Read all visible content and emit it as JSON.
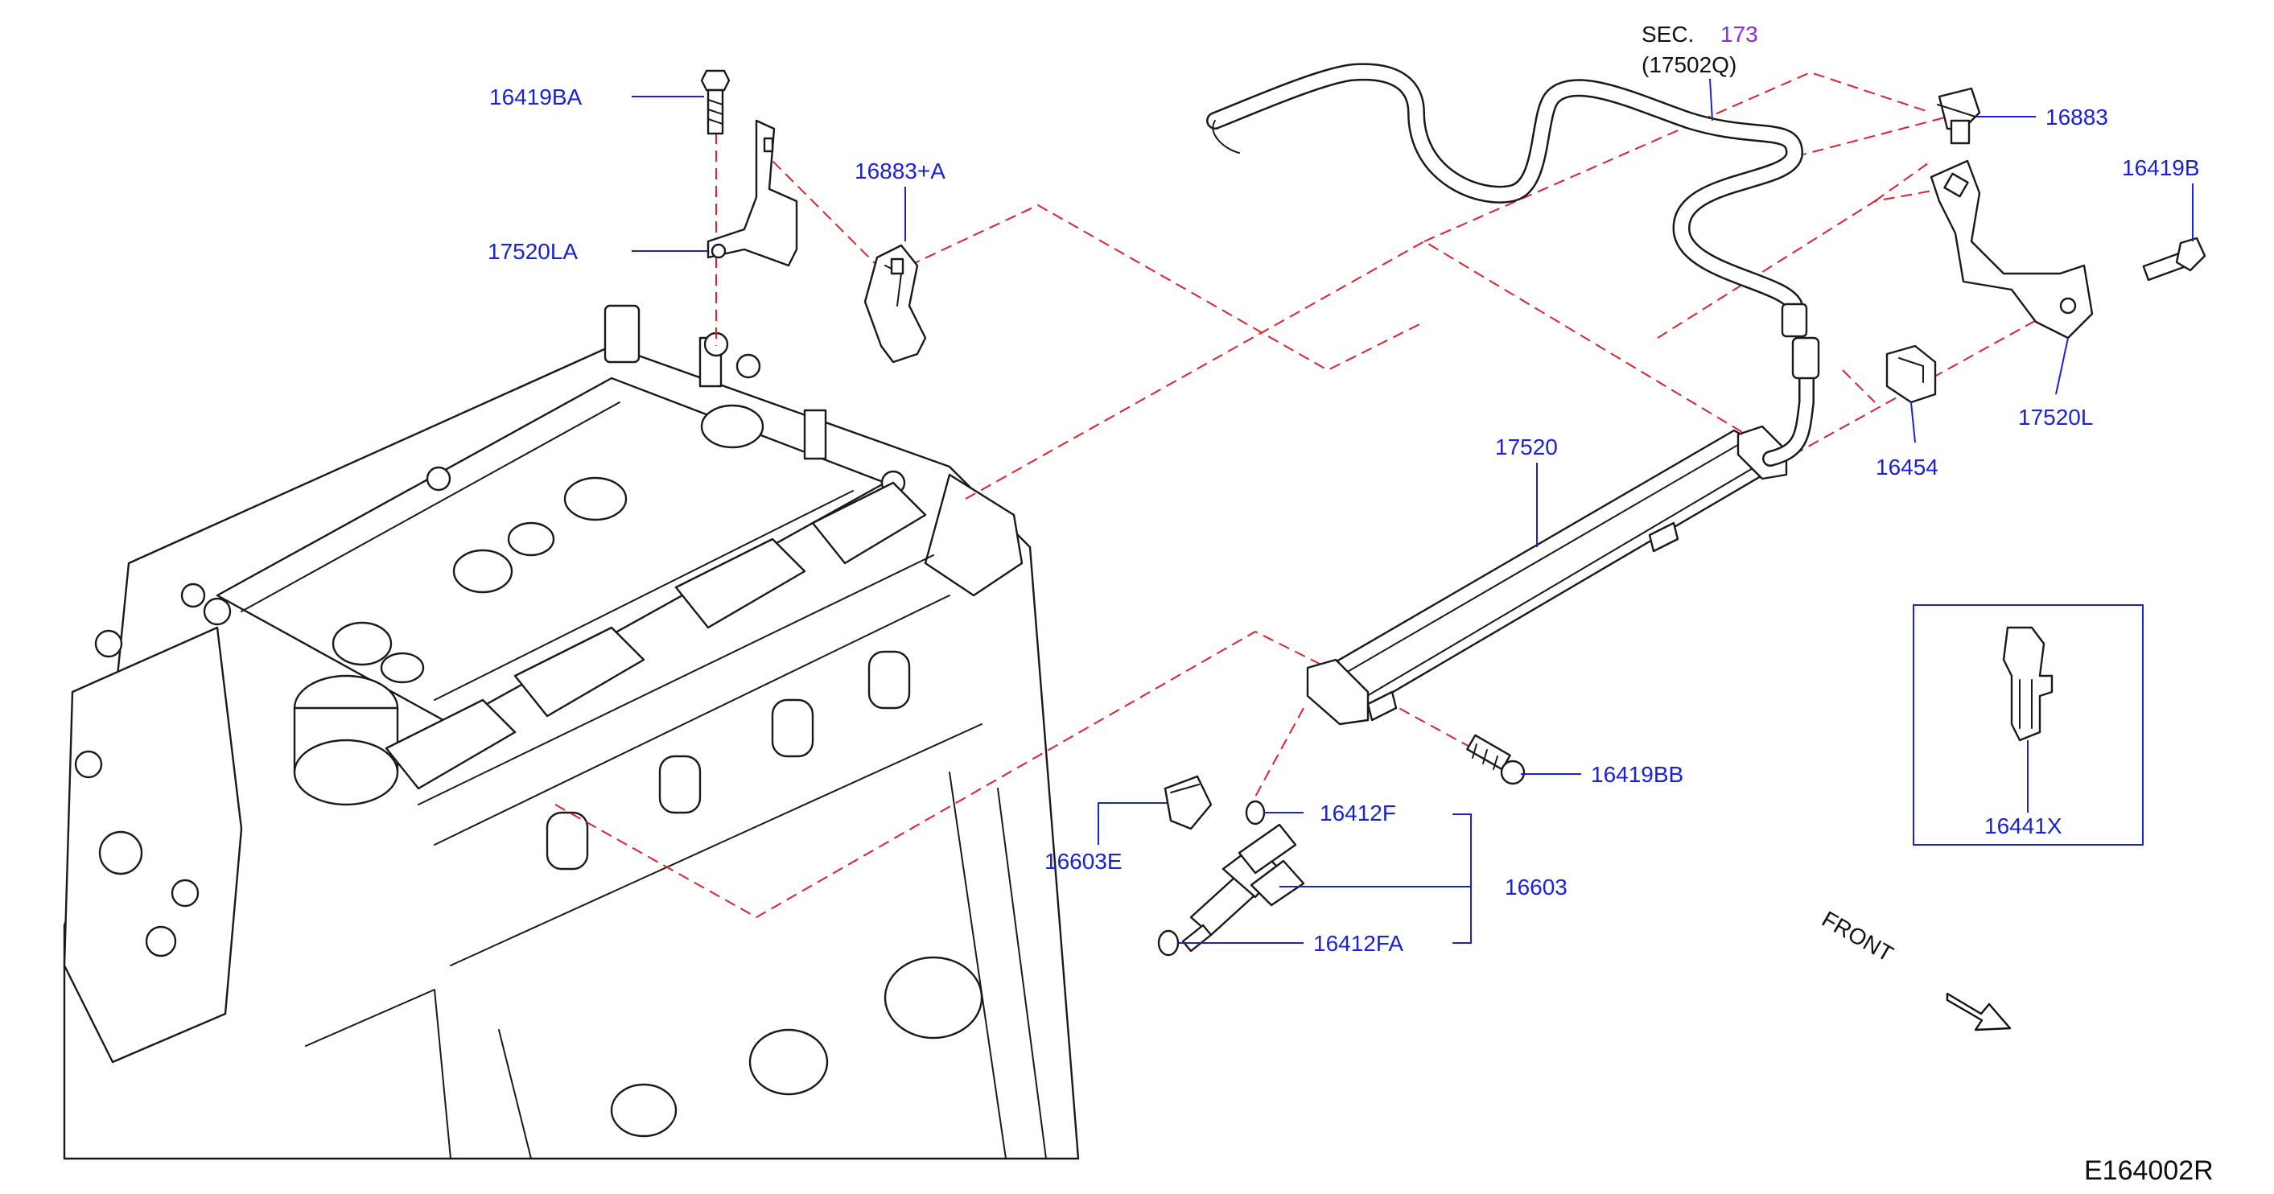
{
  "colors": {
    "label": "#1a22d6",
    "leader": "#1a22d6",
    "dash": "#e0202a",
    "sec_link": "#8a2be2",
    "line_art": "#1a1a1a"
  },
  "labels": {
    "p16419BA": "16419BA",
    "p17520LA": "17520LA",
    "p16883A": "16883+A",
    "sec_prefix": "SEC.",
    "sec_num": "173",
    "sec_ref": "(17502Q)",
    "p16883": "16883",
    "p16419B": "16419B",
    "p17520L": "17520L",
    "p16454": "16454",
    "p17520": "17520",
    "p16419BB": "16419BB",
    "p16412F": "16412F",
    "p16603E": "16603E",
    "p16603": "16603",
    "p16412FA": "16412FA",
    "p16441X": "16441X",
    "front": "FRONT",
    "diagram_code": "E164002R"
  }
}
